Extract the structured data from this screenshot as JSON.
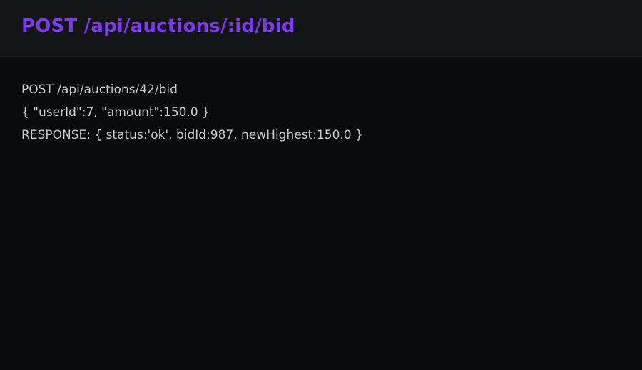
{
  "header": {
    "title": "POST /api/auctions/:id/bid"
  },
  "example": {
    "request_line": "POST /api/auctions/42/bid",
    "request_body": "{ \"userId\":7, \"amount\":150.0 }",
    "response_line": "RESPONSE: { status:'ok', bidId:987, newHighest:150.0 }"
  },
  "colors": {
    "accent": "#7c3aed",
    "header_bg": "#141517",
    "page_bg": "#0a0b0d",
    "text": "#c7cad0"
  }
}
